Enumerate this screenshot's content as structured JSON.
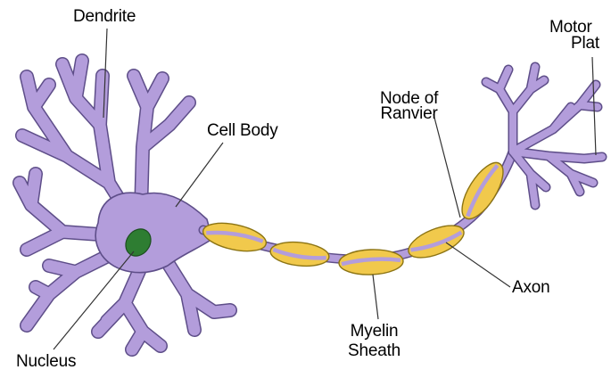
{
  "diagram": {
    "colors": {
      "neuron": "#b39ddb",
      "neuron_stroke": "#5e4e89",
      "myelin": "#f1c94c",
      "myelin_stroke": "#8c7413",
      "nucleus": "#2e7d32",
      "line": "#333333"
    },
    "labels": {
      "dendrite": "Dendrite",
      "cell_body": "Cell Body",
      "nucleus": "Nucleus",
      "node_line1": "Node of",
      "node_line2": "Ranvier",
      "myelin_line1": "Myelin",
      "myelin_line2": "Sheath",
      "axon": "Axon",
      "motor_line1": "Motor",
      "motor_line2": "Plat"
    }
  }
}
